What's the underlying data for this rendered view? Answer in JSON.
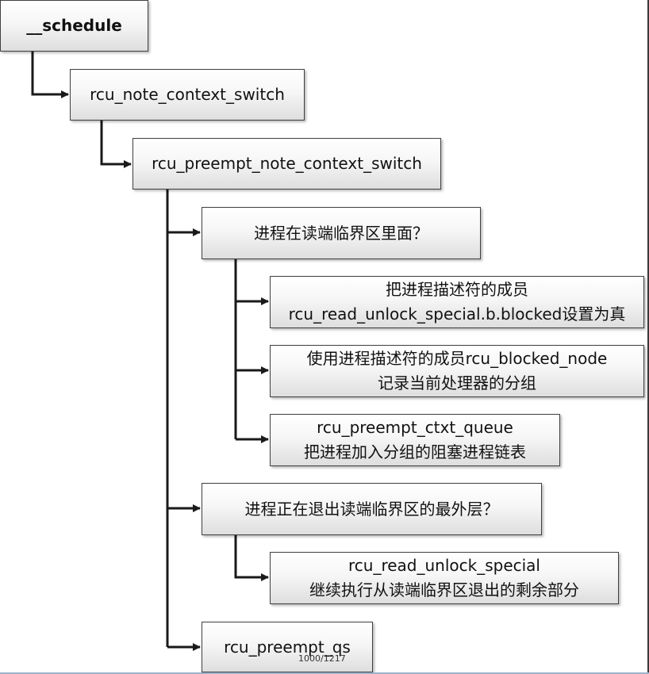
{
  "nodes": {
    "schedule": {
      "label": "__schedule"
    },
    "note_context_switch": {
      "label": "rcu_note_context_switch"
    },
    "preempt_note_context_switch": {
      "label": "rcu_preempt_note_context_switch"
    },
    "in_read_critical": {
      "label": "进程在读端临界区里面？"
    },
    "set_blocked": {
      "line1": "把进程描述符的成员",
      "line2": "rcu_read_unlock_special.b.blocked设置为真"
    },
    "record_group": {
      "line1": "使用进程描述符的成员rcu_blocked_node",
      "line2": "记录当前处理器的分组"
    },
    "ctxt_queue": {
      "line1": "rcu_preempt_ctxt_queue",
      "line2": "把进程加入分组的阻塞进程链表"
    },
    "exiting_outermost": {
      "label": "进程正在退出读端临界区的最外层？"
    },
    "read_unlock_special": {
      "line1": "rcu_read_unlock_special",
      "line2": "继续执行从读端临界区退出的剩余部分"
    },
    "preempt_qs": {
      "label": "rcu_preempt_qs"
    }
  },
  "page_number": "1000/1217",
  "colors": {
    "connector": "#1a1a1a",
    "box_border": "#404040",
    "box_top": "#ffffff",
    "box_bottom": "#dedede"
  }
}
